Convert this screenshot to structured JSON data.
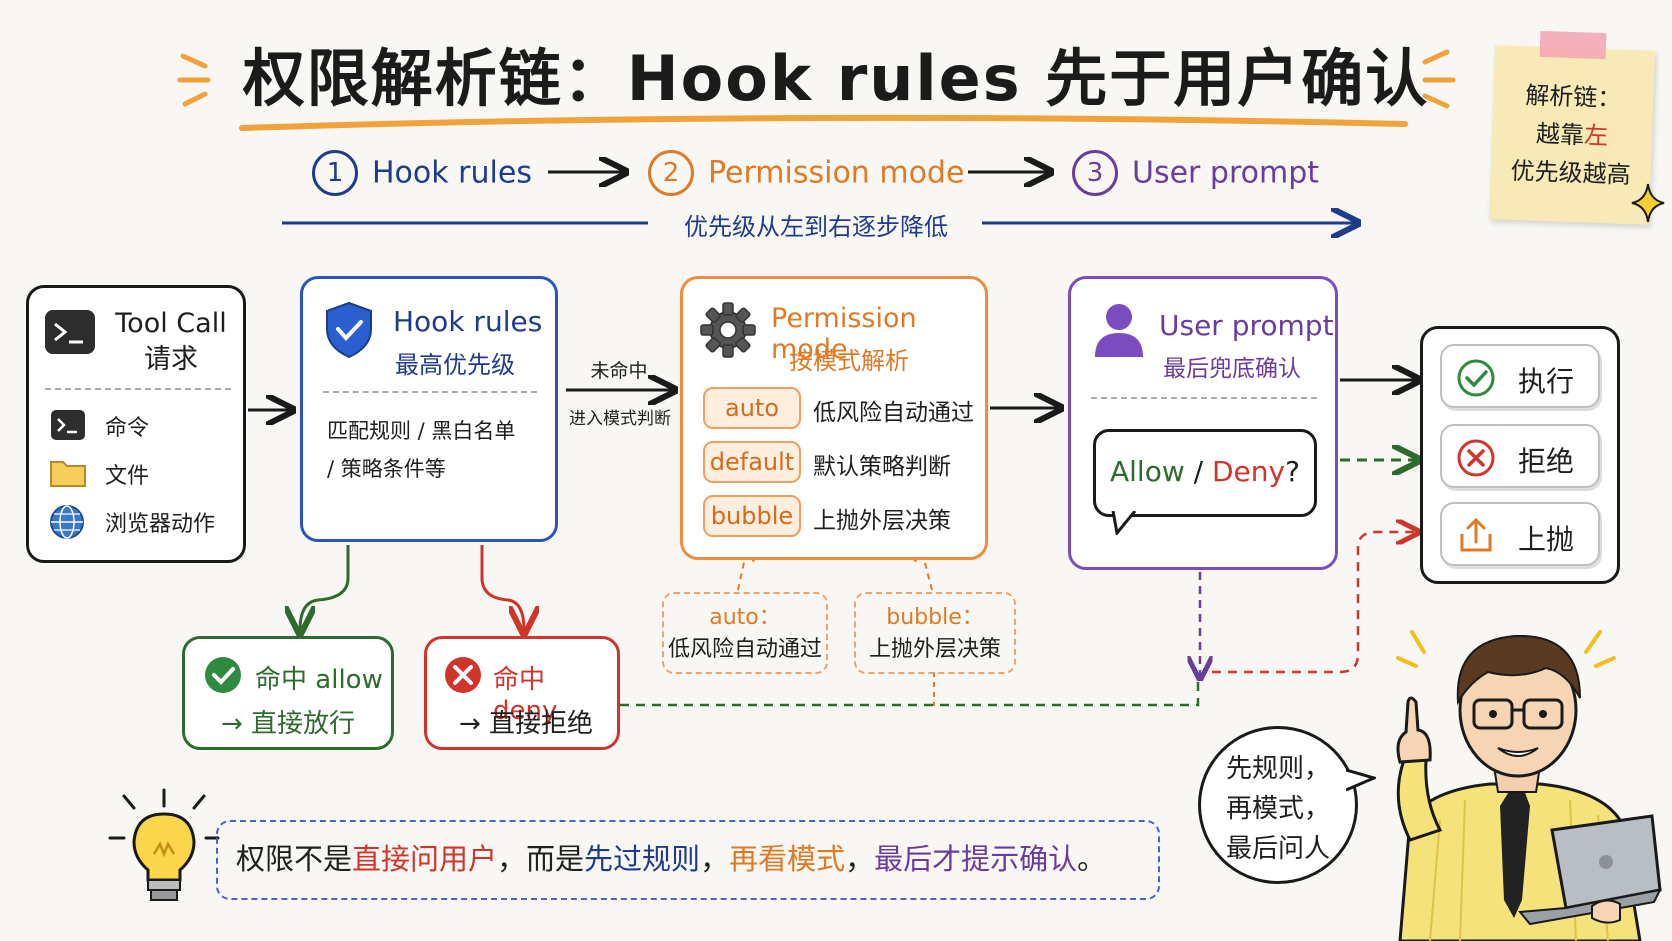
{
  "title": "权限解析链：Hook rules 先于用户确认",
  "steps": [
    {
      "num": "1",
      "label": "Hook rules",
      "color": "#1f3c8c"
    },
    {
      "num": "2",
      "label": "Permission mode",
      "color": "#e07a25"
    },
    {
      "num": "3",
      "label": "User prompt",
      "color": "#6a3c9e"
    }
  ],
  "priority_text": "优先级从左到右逐步降低",
  "note": {
    "line1": "解析链：",
    "line2a": "越靠",
    "line2b": "左",
    "line3": "优先级越高"
  },
  "toolcall": {
    "title_line1": "Tool Call",
    "title_line2": "请求",
    "items": [
      {
        "icon": "terminal-icon",
        "label": "命令"
      },
      {
        "icon": "folder-icon",
        "label": "文件"
      },
      {
        "icon": "globe-icon",
        "label": "浏览器动作"
      }
    ]
  },
  "hook": {
    "title": "Hook rules",
    "subtitle": "最高优先级",
    "body_line1": "匹配规则 / 黑白名单",
    "body_line2": "/ 策略条件等"
  },
  "miss_label": {
    "line1": "未命中",
    "line2": "进入模式判断"
  },
  "permission": {
    "title": "Permission mode",
    "subtitle": "按模式解析",
    "modes": [
      {
        "chip": "auto",
        "desc": "低风险自动通过"
      },
      {
        "chip": "default",
        "desc": "默认策略判断"
      },
      {
        "chip": "bubble",
        "desc": "上抛外层决策"
      }
    ]
  },
  "notes_dashed": [
    {
      "line1": "auto：",
      "line2": "低风险自动通过"
    },
    {
      "line1": "bubble：",
      "line2": "上抛外层决策"
    }
  ],
  "user_prompt": {
    "title": "User prompt",
    "subtitle": "最后兜底确认",
    "bubble_allow": "Allow",
    "bubble_sep": "/",
    "bubble_deny": "Deny",
    "bubble_q": "?"
  },
  "hit_allow": {
    "line1a": "命中",
    "line1b": "allow",
    "line2": "→ 直接放行"
  },
  "hit_deny": {
    "line1a": "命中",
    "line1b": "deny",
    "line2": "→ 直接拒绝"
  },
  "results": [
    {
      "icon": "check-circle-icon",
      "label": "执行"
    },
    {
      "icon": "x-circle-icon",
      "label": "拒绝"
    },
    {
      "icon": "upload-icon",
      "label": "上抛"
    }
  ],
  "summary": {
    "p1": "权限不是",
    "p2": "直接问用户",
    "p3": "，而是",
    "p4": "先过规则",
    "p5": "，",
    "p6": "再看模式",
    "p7": "，",
    "p8": "最后才提示确认",
    "p9": "。"
  },
  "speech": {
    "line1": "先规则，",
    "line2": "再模式，",
    "line3": "最后问人"
  },
  "colors": {
    "blue": "#1f3c8c",
    "orange": "#e07a25",
    "purple": "#6a3c9e",
    "green": "#2e6b2e",
    "red": "#d0352b"
  }
}
